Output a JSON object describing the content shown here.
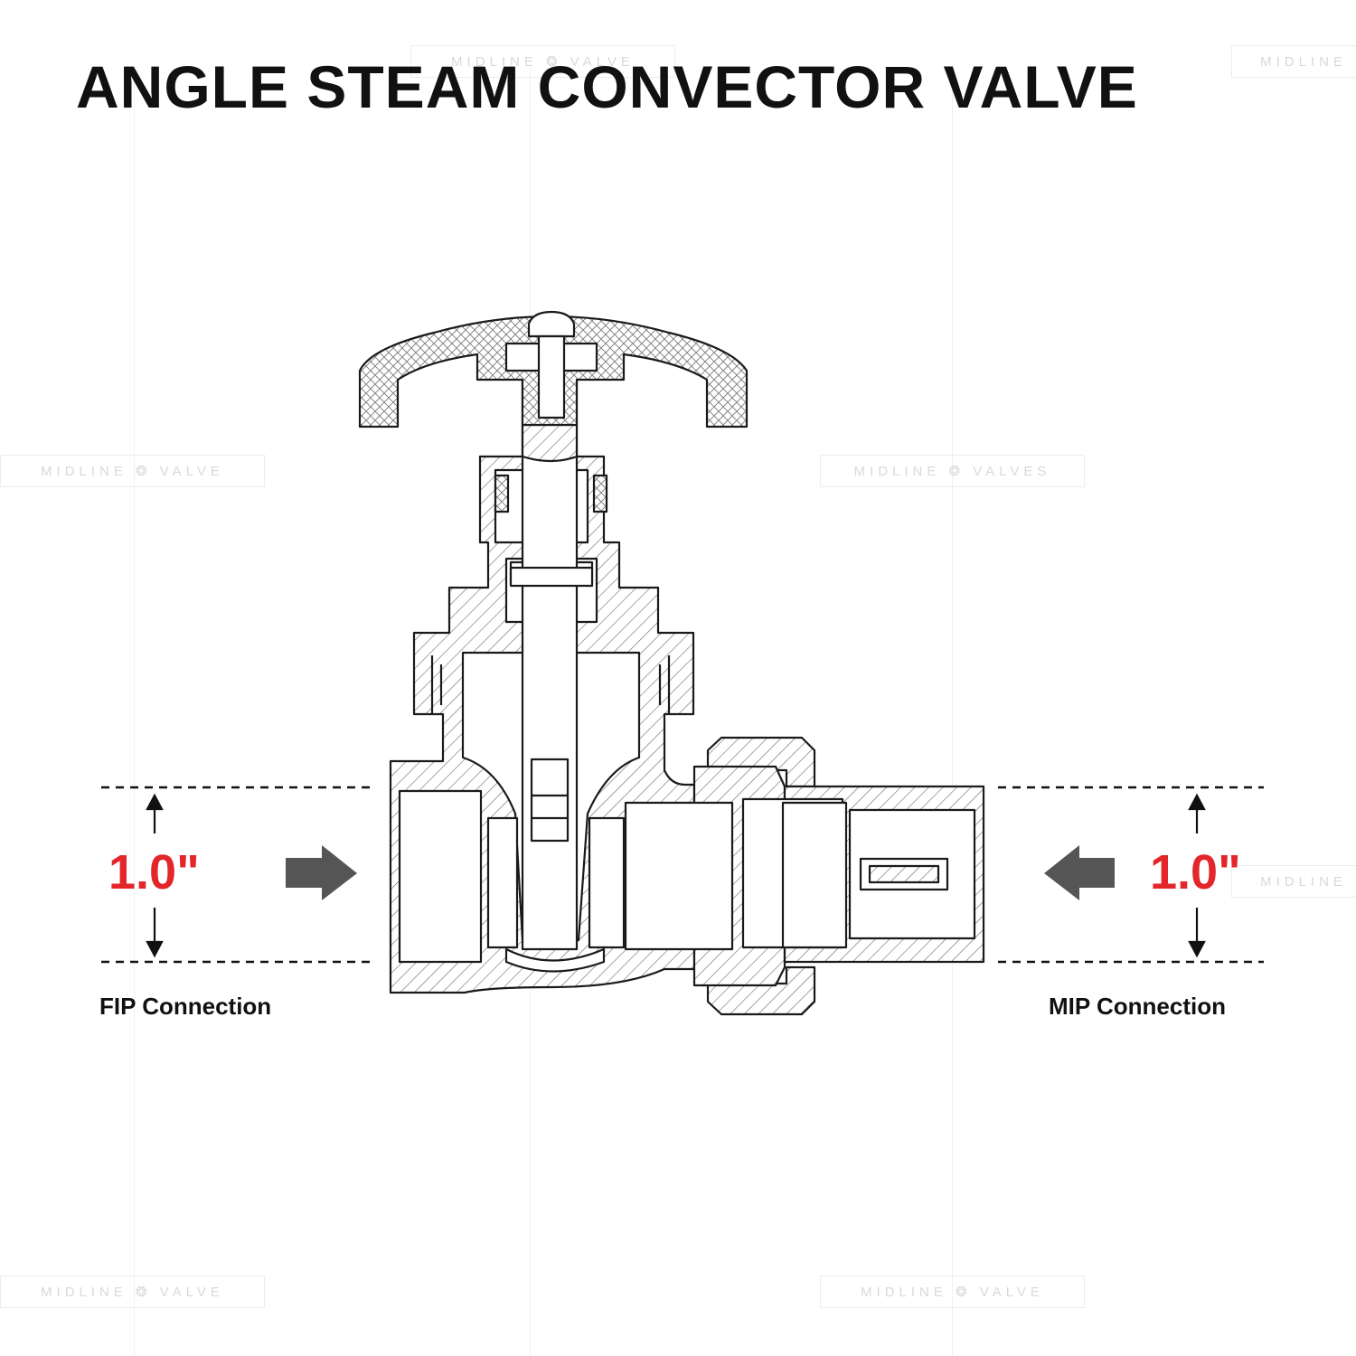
{
  "title": "ANGLE STEAM CONVECTOR VALVE",
  "left": {
    "size": "1.0\"",
    "connection": "FIP Connection"
  },
  "right": {
    "size": "1.0\"",
    "connection": "MIP Connection"
  },
  "watermarks": [
    "MIDLINE ❂ VALVE",
    "MIDLINE ❂ VALVES",
    "MIDLINE"
  ],
  "colors": {
    "accent_red": "#e3262a",
    "arrow_gray": "#555555",
    "line": "#1a1a1a"
  }
}
